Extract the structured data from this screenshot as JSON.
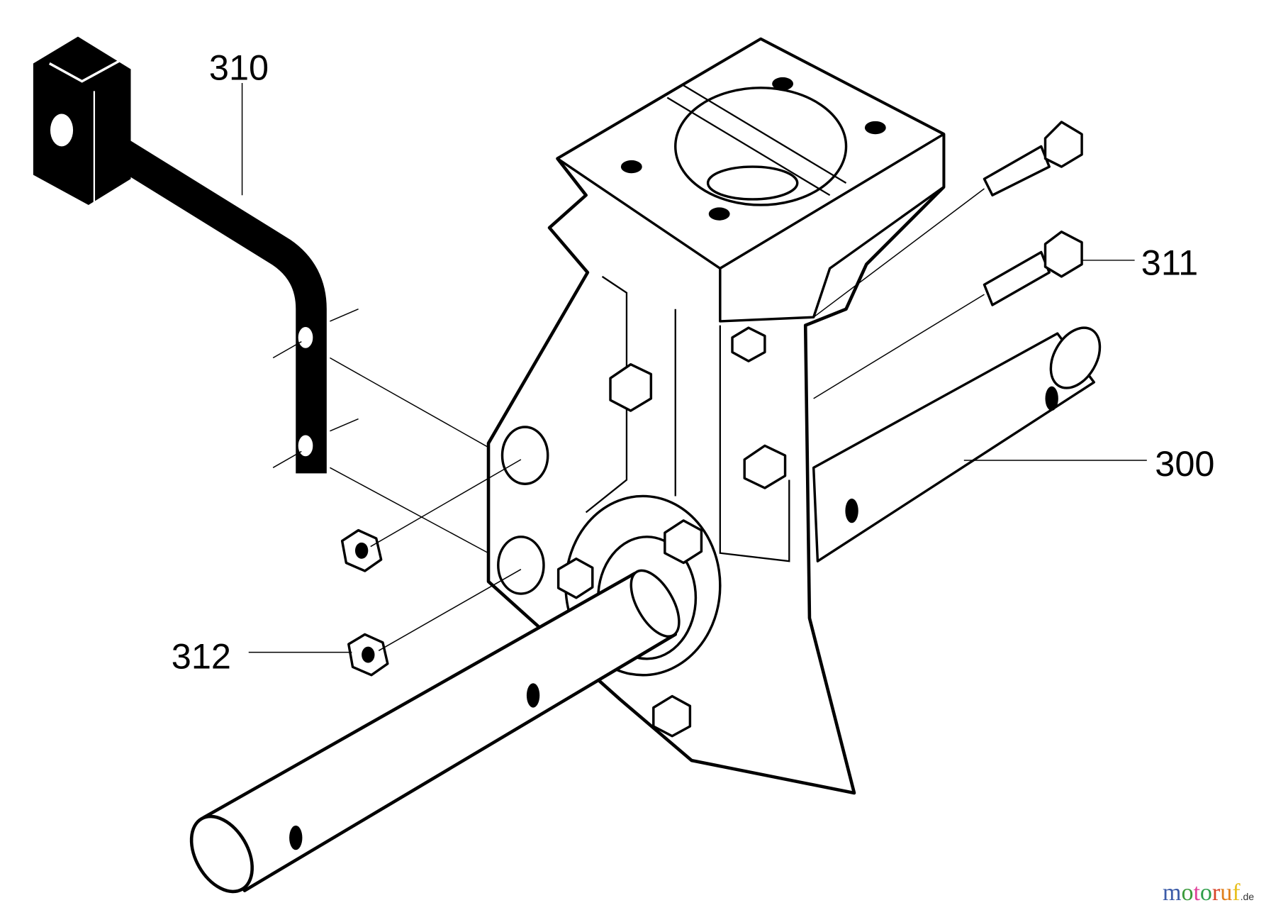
{
  "diagram": {
    "part_labels": {
      "bracket": "310",
      "bolt": "311",
      "shaft": "300",
      "nut": "312"
    }
  },
  "watermark": {
    "text": "motoruf",
    "tld": ".de",
    "colors": [
      "#3b5ba8",
      "#3a9a3a",
      "#e0409a",
      "#2e9e4a",
      "#d8452a",
      "#e07f1a",
      "#e8c020"
    ]
  }
}
